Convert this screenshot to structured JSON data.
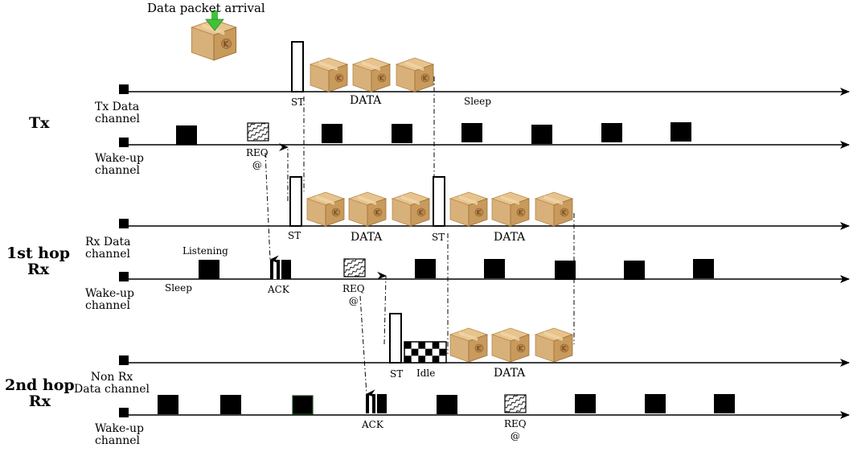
{
  "title": "Data packet arrival",
  "nodes": {
    "tx": "Tx",
    "hop1": "1st hop\nRx",
    "hop2": "2nd hop\nRx"
  },
  "channels": {
    "tx_data": "Tx Data\nchannel",
    "tx_wake": "Wake-up\nchannel",
    "hop1_data": "Rx Data\nchannel",
    "hop1_wake": "Wake-up\nchannel",
    "hop2_data": "Non Rx\nData channel",
    "hop2_wake": "Wake-up\nchannel"
  },
  "labels": {
    "st": "ST",
    "data": "DATA",
    "sleep": "Sleep",
    "listening": "Listening",
    "ack": "ACK",
    "req": "REQ\n@",
    "idle": "Idle"
  },
  "colors": {
    "line": "#000000",
    "box_light": "#e7c48e",
    "box_mid": "#c89a5c",
    "box_dark": "#9c7038",
    "arrival_arrow": "#3fc23a",
    "green_outline": "#1a4d1a"
  },
  "icons": {
    "packet": "cardboard-box-icon",
    "arrival": "green-down-arrow-icon"
  }
}
